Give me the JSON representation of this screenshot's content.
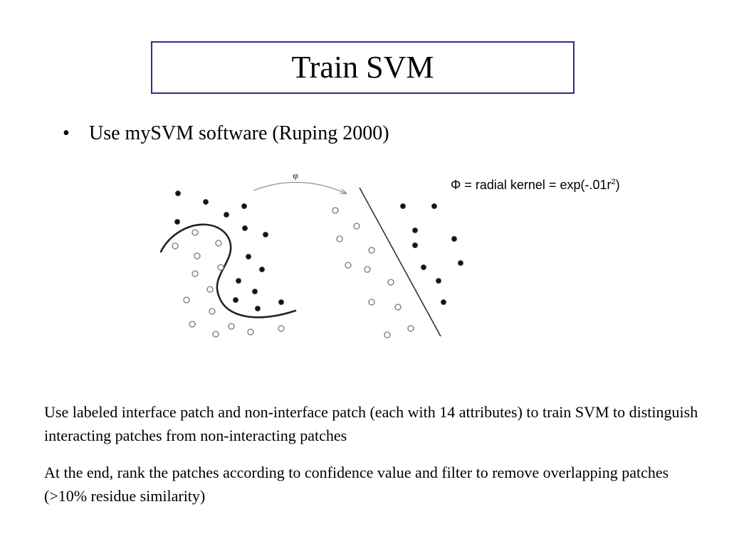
{
  "slide": {
    "title": "Train SVM",
    "bullet": "Use mySVM software (Ruping 2000)",
    "formula": {
      "prefix": "Φ = radial kernel = exp(-.01r",
      "exponent": "2",
      "suffix": ")"
    },
    "mapping_symbol": "φ",
    "paragraphs": [
      "Use labeled interface patch and non-interface patch (each with 14 attributes) to train SVM to distinguish interacting patches from non-interacting patches",
      "At the end, rank the patches according to confidence value and filter to remove overlapping patches (>10% residue similarity)"
    ]
  },
  "colors": {
    "title_border": "#2e2e8a",
    "text": "#000000",
    "open_point": "#777777"
  }
}
